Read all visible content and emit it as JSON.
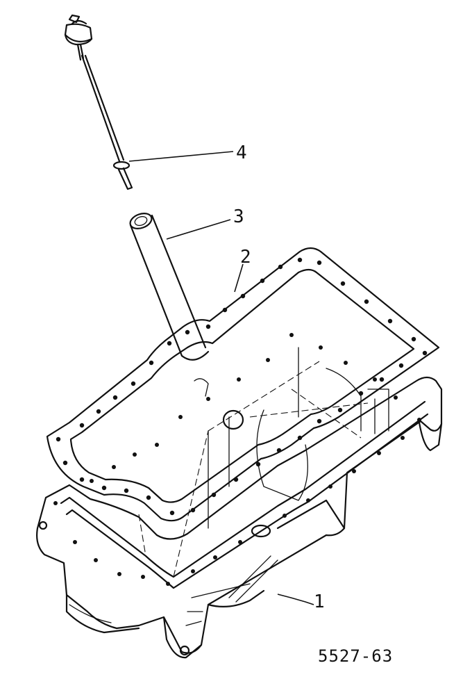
{
  "callouts": [
    {
      "label": "1"
    },
    {
      "label": "2"
    },
    {
      "label": "3"
    },
    {
      "label": "4"
    }
  ],
  "figure_reference": "5527-63"
}
